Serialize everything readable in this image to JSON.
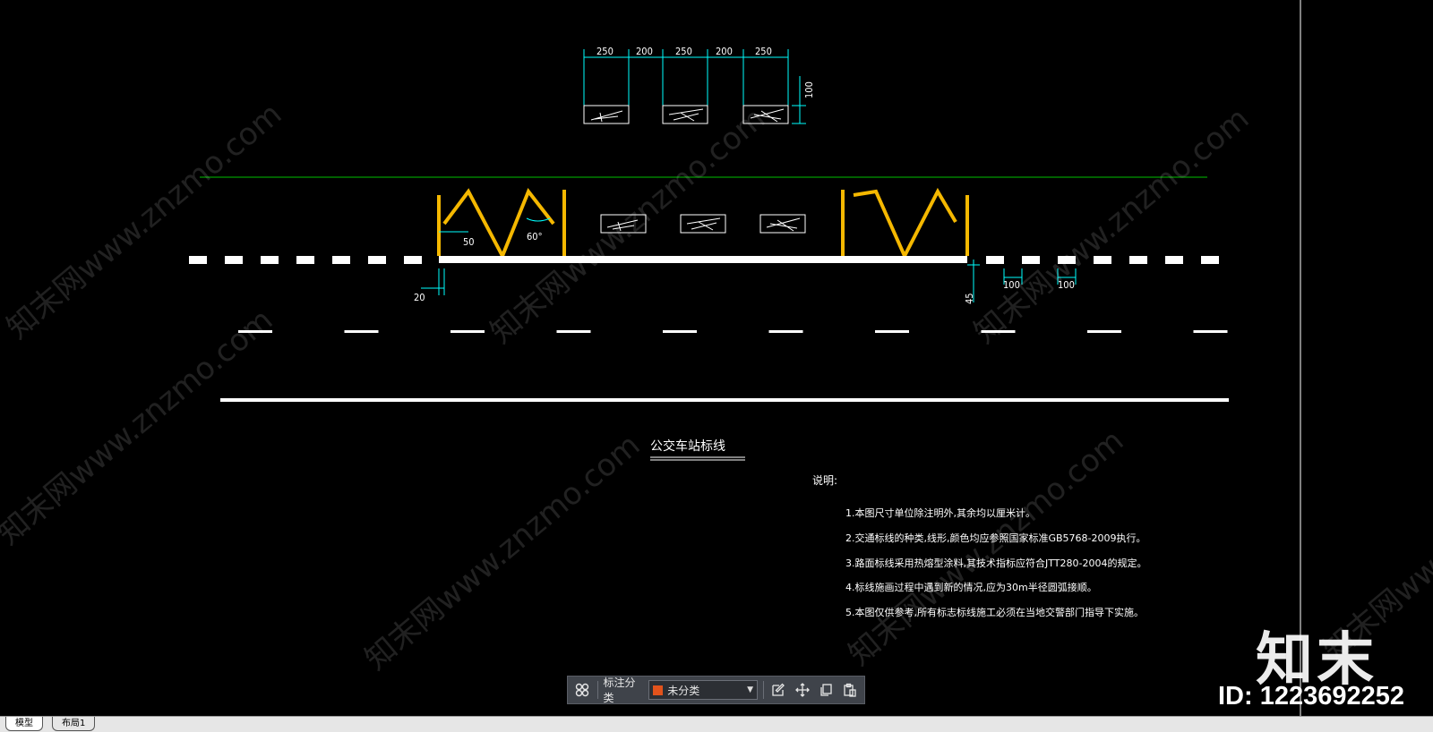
{
  "drawing": {
    "title": "公交车站标线",
    "notes_heading": "说明:",
    "notes": [
      "1.本图尺寸单位除注明外,其余均以厘米计。",
      "2.交通标线的种类,线形,颜色均应参照国家标准GB5768-2009执行。",
      "3.路面标线采用热熔型涂料,其技术指标应符合JTT280-2004的规定。",
      "4.标线施画过程中遇到新的情况,应为30m半径圆弧接顺。",
      "5.本图仅供参考,所有标志标线施工必须在当地交警部门指导下实施。"
    ],
    "dim_top": [
      "250",
      "200",
      "250",
      "200",
      "250"
    ],
    "dim_height": "100",
    "dim_50": "50",
    "dim_angle": "60°",
    "dim_20": "20",
    "dim_45": "45",
    "dim_gap_1": "100",
    "dim_gap_2": "100",
    "marking_colors": {
      "lane": "#ffffff",
      "zigzag": "#f5b800",
      "dimension": "#00ffff",
      "boundary": "#00c000"
    }
  },
  "watermark": "知末网www.znzmo.com",
  "toolbar": {
    "layout_icon": "grid-icon",
    "label": "标注分类",
    "select_value": "未分类",
    "select_color": "#e2531c",
    "actions": [
      "edit-icon",
      "move-icon",
      "copy-icon",
      "paste-icon"
    ]
  },
  "tabs": [
    "模型",
    "布局1"
  ],
  "brand": {
    "logo": "知末",
    "id": "ID: 1223692252"
  }
}
